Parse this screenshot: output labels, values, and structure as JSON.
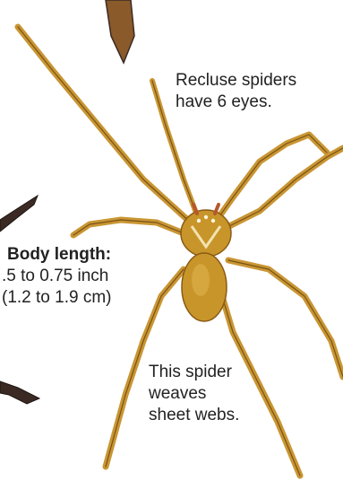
{
  "labels": {
    "eyes": [
      "Recluse spiders",
      "have 6 eyes."
    ],
    "body_length_title": "Body length:",
    "body_length_in": ".5 to 0.75 inch",
    "body_length_cm": "(1.2 to 1.9 cm)",
    "webs": [
      "This spider",
      "weaves",
      "sheet webs."
    ]
  },
  "colors": {
    "body": "#c8952a",
    "body_dark": "#8a5a14",
    "leg": "#c99634",
    "leg_dark": "#7a5214",
    "neighbor_spider": "#3b2a24",
    "text": "#222222",
    "background": "#ffffff"
  }
}
